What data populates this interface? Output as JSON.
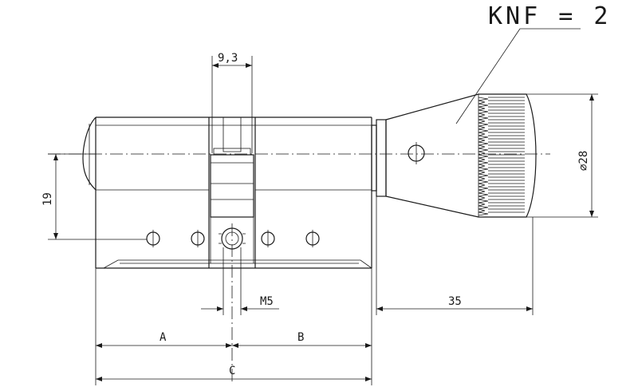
{
  "dimensions": {
    "cam_width": "9,3",
    "offset": "19",
    "thread": "M5",
    "knob_length": "35",
    "knob_diameter": "⌀28",
    "length_a": "A",
    "length_b": "B",
    "length_c": "C"
  },
  "callout": {
    "text": "KNF = 2"
  }
}
